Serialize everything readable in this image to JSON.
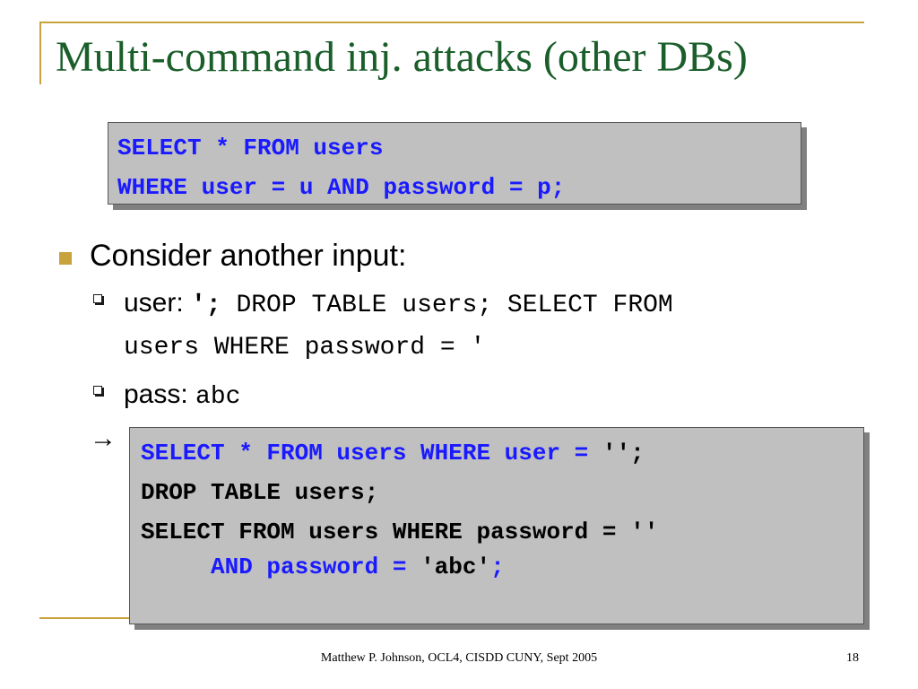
{
  "slide": {
    "title": "Multi-command inj. attacks (other DBs)",
    "code_box_1": {
      "lines": [
        "SELECT * FROM users",
        "WHERE user = u AND password = p;"
      ]
    },
    "bullet": "Consider another input:",
    "sub_user": {
      "label": "user: ",
      "quote": "';",
      "rest_line1": " DROP TABLE users; SELECT FROM",
      "rest_line2": "users WHERE password = '"
    },
    "sub_pass": {
      "label": "pass: ",
      "value": "abc"
    },
    "arrow": "→",
    "code_box_2": {
      "line1_blue": "SELECT * FROM users WHERE user = ",
      "line1_black": "'';",
      "line2": "DROP TABLE users;",
      "line3": "SELECT FROM users WHERE password = ''",
      "line4_indent": "     ",
      "line4_a": "AND password = ",
      "line4_b": "'abc'",
      "line4_c": ";"
    },
    "footer": "Matthew P. Johnson, OCL4, CISDD CUNY, Sept  2005",
    "page_number": "18"
  },
  "colors": {
    "title": "#1a5e2a",
    "accent": "#c8a23c",
    "code_blue": "#1a1aff",
    "code_box_bg": "#c0c0c0"
  }
}
